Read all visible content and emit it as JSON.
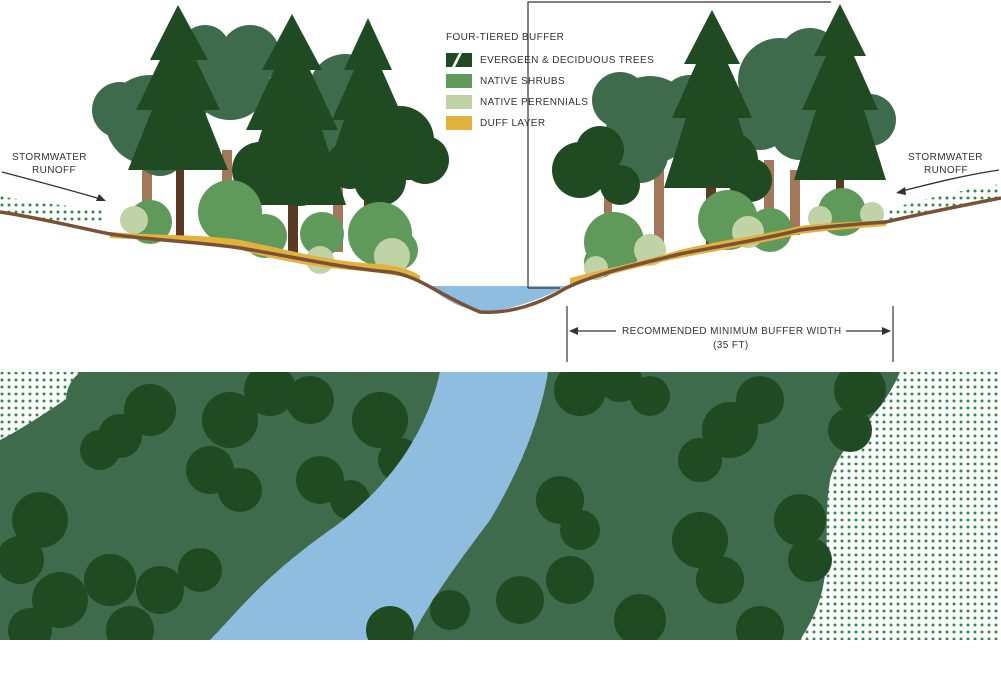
{
  "legend": {
    "title": "FOUR-TIERED BUFFER",
    "items": [
      {
        "label": "EVERGEEN & DECIDUOUS TREES",
        "color": "#1f4a22",
        "icon": "split-swatch-icon"
      },
      {
        "label": "NATIVE SHRUBS",
        "color": "#5f9a5a"
      },
      {
        "label": "NATIVE PERENNIALS",
        "color": "#bfd3a6"
      },
      {
        "label": "DUFF LAYER",
        "color": "#e2b23f"
      }
    ]
  },
  "labels": {
    "left_runoff_line1": "STORMWATER",
    "left_runoff_line2": "RUNOFF",
    "right_runoff_line1": "STORMWATER",
    "right_runoff_line2": "RUNOFF",
    "buffer_width_line1": "RECOMMENDED MINIMUM BUFFER WIDTH",
    "buffer_width_line2": "(35 FT)"
  },
  "colors": {
    "dark_tree": "#1f4a22",
    "mid_tree": "#3e6b4c",
    "shrub": "#5f9a5a",
    "perennial": "#bfd3a6",
    "duff": "#e2b23f",
    "soil": "#7a5134",
    "water": "#8fbde0",
    "trunk": "#a3785a",
    "dots": "#2f8a4a"
  }
}
